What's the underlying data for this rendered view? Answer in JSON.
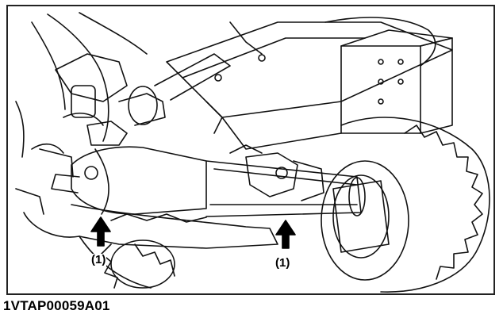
{
  "figure": {
    "callouts": [
      {
        "label": "(1)"
      },
      {
        "label": "(1)"
      }
    ],
    "figure_code": "1VTAP00059A01"
  }
}
